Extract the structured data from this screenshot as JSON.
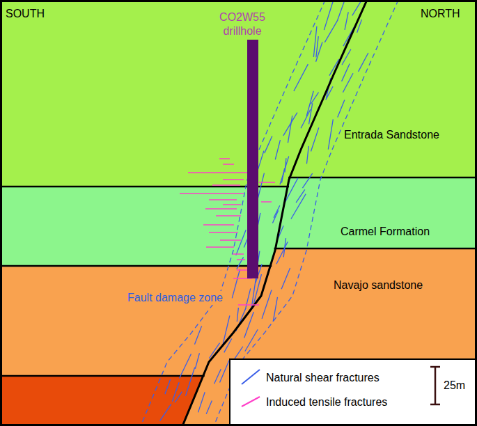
{
  "diagram": {
    "labels": [
      "SOUTH",
      "NORTH",
      "CO2W55 drillhole",
      "Entrada Sandstone",
      "Carmel Formation",
      "Navajo sandstone",
      "Fault damage zone",
      "25m"
    ],
    "legend": [
      {
        "text": "Natural shear fractures"
      },
      {
        "text": "Induced tensile fractures"
      }
    ]
  }
}
